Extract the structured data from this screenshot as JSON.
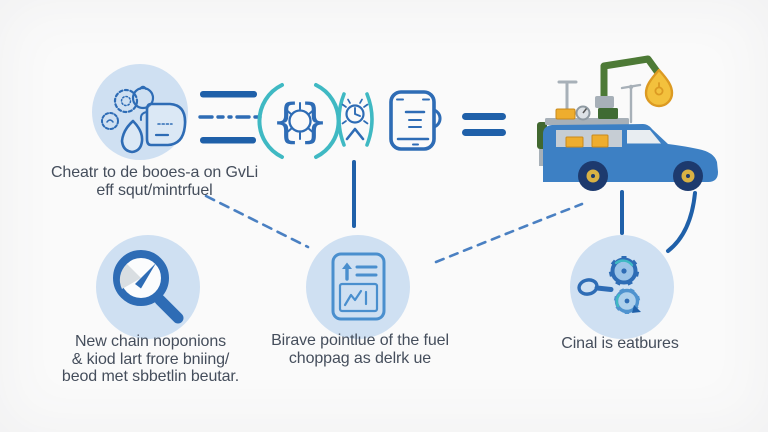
{
  "meta": {
    "kind": "process-flow-infographic"
  },
  "colors": {
    "background": "#fafafa",
    "icon_circle_bg": "#cfe0f2",
    "line_blue": "#2e6cb5",
    "bar_blue": "#1f60a9",
    "teal": "#3fb9c3",
    "dash_blue": "#4a80c2",
    "car_blue": "#3d80c4",
    "wheel_navy": "#1d3a6e",
    "hub_yellow": "#d9b244",
    "accent_yellow": "#eead2e",
    "crane_green": "#4d7a36",
    "equipment_gray": "#a7b0b8",
    "text": "#454e5c"
  },
  "icons": {
    "top_left": "machine-gears-icon",
    "top_connector": "bars-and-dashes",
    "braces": "braces-molecule-icon",
    "parens": "clock-burst-icon",
    "device": "device-panel-icon",
    "equals": "equals-sign",
    "vehicle": "research-car-illustration",
    "bottom_left": "magnifier-gauge-icon",
    "bottom_middle": "report-chart-icon",
    "bottom_right": "gears-wrench-icon"
  },
  "captions": {
    "top_left": [
      "Cheatr to de booes-a on GvLi",
      "eff squt/mintrfuel"
    ],
    "bottom_left": [
      "New chain noponions",
      "& kiod lart frore bniing/",
      "beod met sbbetlin beutar."
    ],
    "bottom_middle": [
      "Birave pointlue of the fuel",
      "choppag as delrk ue"
    ],
    "bottom_right": [
      "Cinal is eatbures"
    ]
  }
}
